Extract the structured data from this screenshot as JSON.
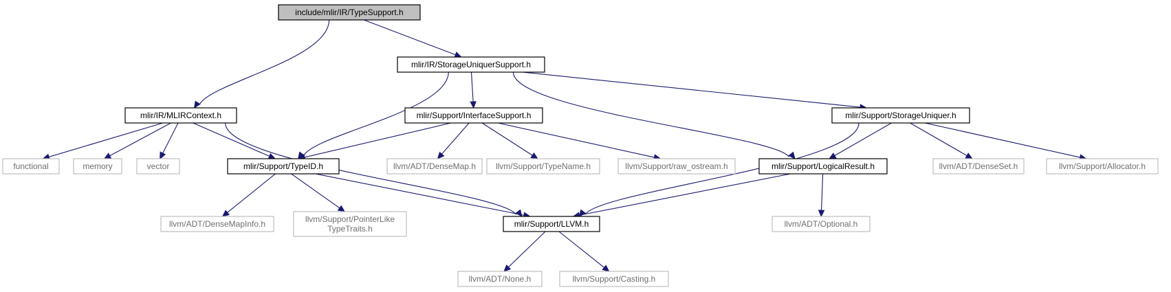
{
  "title": "include/mlir/IR/TypeSupport.h",
  "colors": {
    "edge": "#191970",
    "root_fill": "#bfbfbf",
    "ext_border": "#bfbfbf",
    "ext_text": "#6e6e6e"
  },
  "nodes": [
    {
      "id": "typesupport",
      "kind": "main",
      "lines": [
        "include/mlir/IR/TypeSupport.h"
      ]
    },
    {
      "id": "storageuniquersupport",
      "kind": "doc",
      "lines": [
        "mlir/IR/StorageUniquerSupport.h"
      ]
    },
    {
      "id": "mlircontext",
      "kind": "doc",
      "lines": [
        "mlir/IR/MLIRContext.h"
      ]
    },
    {
      "id": "interfacesupport",
      "kind": "doc",
      "lines": [
        "mlir/Support/InterfaceSupport.h"
      ]
    },
    {
      "id": "storageuniquer",
      "kind": "doc",
      "lines": [
        "mlir/Support/StorageUniquer.h"
      ]
    },
    {
      "id": "functional",
      "kind": "ext",
      "lines": [
        "functional"
      ]
    },
    {
      "id": "memory",
      "kind": "ext",
      "lines": [
        "memory"
      ]
    },
    {
      "id": "vector",
      "kind": "ext",
      "lines": [
        "vector"
      ]
    },
    {
      "id": "typeid",
      "kind": "doc",
      "lines": [
        "mlir/Support/TypeID.h"
      ]
    },
    {
      "id": "densemap",
      "kind": "ext",
      "lines": [
        "llvm/ADT/DenseMap.h"
      ]
    },
    {
      "id": "typename",
      "kind": "ext",
      "lines": [
        "llvm/Support/TypeName.h"
      ]
    },
    {
      "id": "raw_ostream",
      "kind": "ext",
      "lines": [
        "llvm/Support/raw_ostream.h"
      ]
    },
    {
      "id": "logicalresult",
      "kind": "doc",
      "lines": [
        "mlir/Support/LogicalResult.h"
      ]
    },
    {
      "id": "denseset",
      "kind": "ext",
      "lines": [
        "llvm/ADT/DenseSet.h"
      ]
    },
    {
      "id": "allocator",
      "kind": "ext",
      "lines": [
        "llvm/Support/Allocator.h"
      ]
    },
    {
      "id": "densemapinfo",
      "kind": "ext",
      "lines": [
        "llvm/ADT/DenseMapInfo.h"
      ]
    },
    {
      "id": "pointerliketypetraits",
      "kind": "ext",
      "lines": [
        "llvm/Support/PointerLike",
        "TypeTraits.h"
      ]
    },
    {
      "id": "llvm",
      "kind": "doc",
      "lines": [
        "mlir/Support/LLVM.h"
      ]
    },
    {
      "id": "optional",
      "kind": "ext",
      "lines": [
        "llvm/ADT/Optional.h"
      ]
    },
    {
      "id": "none",
      "kind": "ext",
      "lines": [
        "llvm/ADT/None.h"
      ]
    },
    {
      "id": "casting",
      "kind": "ext",
      "lines": [
        "llvm/Support/Casting.h"
      ]
    }
  ],
  "edges": [
    [
      "typesupport",
      "mlircontext"
    ],
    [
      "typesupport",
      "storageuniquersupport"
    ],
    [
      "storageuniquersupport",
      "typeid"
    ],
    [
      "storageuniquersupport",
      "interfacesupport"
    ],
    [
      "storageuniquersupport",
      "logicalresult"
    ],
    [
      "storageuniquersupport",
      "storageuniquer"
    ],
    [
      "mlircontext",
      "functional"
    ],
    [
      "mlircontext",
      "memory"
    ],
    [
      "mlircontext",
      "vector"
    ],
    [
      "mlircontext",
      "typeid"
    ],
    [
      "mlircontext",
      "llvm"
    ],
    [
      "interfacesupport",
      "typeid"
    ],
    [
      "interfacesupport",
      "densemap"
    ],
    [
      "interfacesupport",
      "typename"
    ],
    [
      "interfacesupport",
      "raw_ostream"
    ],
    [
      "storageuniquer",
      "logicalresult"
    ],
    [
      "storageuniquer",
      "llvm"
    ],
    [
      "storageuniquer",
      "denseset"
    ],
    [
      "storageuniquer",
      "allocator"
    ],
    [
      "typeid",
      "densemapinfo"
    ],
    [
      "typeid",
      "pointerliketypetraits"
    ],
    [
      "typeid",
      "llvm"
    ],
    [
      "logicalresult",
      "llvm"
    ],
    [
      "logicalresult",
      "optional"
    ],
    [
      "llvm",
      "none"
    ],
    [
      "llvm",
      "casting"
    ]
  ]
}
